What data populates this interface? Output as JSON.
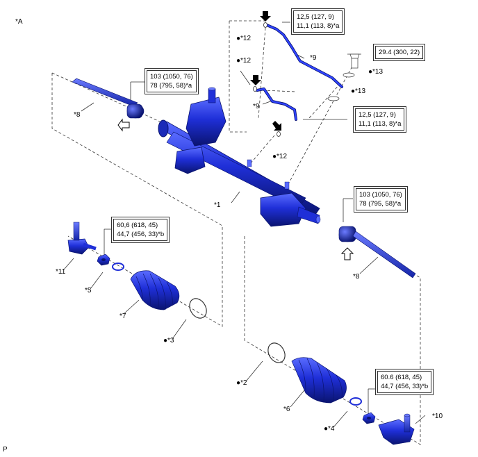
{
  "view_label": "*A",
  "footer_label": "P",
  "colors": {
    "part_blue": "#1f2fd8",
    "part_dark": "#0a1470",
    "part_light": "#5a6cff",
    "line": "#333333"
  },
  "torque_boxes": {
    "tie_rod_left": {
      "line1": "103 (1050, 76)",
      "line2": "78 (795, 58)*a"
    },
    "tie_rod_right": {
      "line1": "103 (1050, 76)",
      "line2": "78 (795, 58)*a"
    },
    "pipe_top": {
      "line1": "12,5 (127, 9)",
      "line2": "11,1 (113, 8)*a"
    },
    "pipe_mid": {
      "line1": "12,5 (127, 9)",
      "line2": "11,1 (113, 8)*a"
    },
    "bolt": {
      "line1": "29.4 (300, 22)"
    },
    "locknut_left": {
      "line1": "60,6 (618, 45)",
      "line2": "44,7 (456, 33)*b"
    },
    "locknut_right": {
      "line1": "60.6 (618, 45)",
      "line2": "44,7 (456, 33)*b"
    }
  },
  "callouts": {
    "c1": "*1",
    "c2": "●*2",
    "c3": "●*3",
    "c4": "●*4",
    "c5": "*5",
    "c6": "*6",
    "c7": "*7",
    "c8_left": "*8",
    "c8_right": "*8",
    "c9_top": "*9",
    "c9_mid": "*9",
    "c10": "*10",
    "c11": "*11",
    "c12_top": "●*12",
    "c12_mid": "●*12",
    "c12_low": "●*12",
    "c13_top": "●*13",
    "c13_low": "●*13"
  }
}
